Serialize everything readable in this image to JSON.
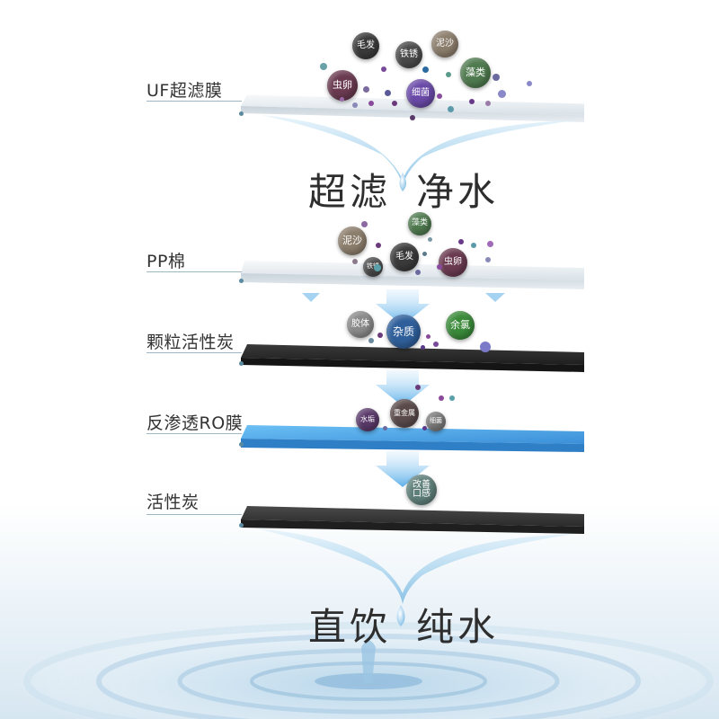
{
  "layers": [
    {
      "label": "UF超滤膜",
      "type": "white-membrane"
    },
    {
      "label": "PP棉",
      "type": "white-membrane"
    },
    {
      "label": "颗粒活性炭",
      "type": "carbon"
    },
    {
      "label": "反渗透RO膜",
      "type": "blue-membrane"
    },
    {
      "label": "活性炭",
      "type": "carbon"
    }
  ],
  "slogans": {
    "top_left": "超滤",
    "top_right": "净水",
    "bottom_left": "直饮",
    "bottom_right": "纯水"
  },
  "particles": {
    "uf": [
      {
        "label": "毛发",
        "color": "#3a3a3a"
      },
      {
        "label": "铁锈",
        "color": "#4a4a4a"
      },
      {
        "label": "泥沙",
        "color": "#8c7e6c"
      },
      {
        "label": "藻类",
        "color": "#4f7a4f"
      },
      {
        "label": "虫卵",
        "color": "#6a3a50"
      },
      {
        "label": "细菌",
        "color": "#6a4aa8"
      }
    ],
    "pp": [
      {
        "label": "藻类",
        "color": "#4f7a4f"
      },
      {
        "label": "泥沙",
        "color": "#8c7e6c"
      },
      {
        "label": "毛发",
        "color": "#3a3a3a"
      },
      {
        "label": "铁锈",
        "color": "#4a4a4a"
      },
      {
        "label": "虫卵",
        "color": "#6a3a50"
      }
    ],
    "carbon": [
      {
        "label": "胶体",
        "color": "#8a8a8a"
      },
      {
        "label": "杂质",
        "color": "#2f5f9a"
      },
      {
        "label": "余氯",
        "color": "#3a8a3a"
      }
    ],
    "ro": [
      {
        "label": "水垢",
        "color": "#5a3a6a"
      },
      {
        "label": "重金属",
        "color": "#5a4a4a"
      },
      {
        "label": "细菌",
        "color": "#7a7a7a"
      }
    ],
    "final": [
      {
        "label": "改善口感",
        "line1": "改善",
        "line2": "口感",
        "color": "#5f7f7a"
      }
    ]
  },
  "colors": {
    "membrane_white": "#eef2f5",
    "carbon": "#2a2a2a",
    "ro_blue": "#4aa3e6",
    "arrow": "#8cc6ee",
    "water": "#bfe0f2"
  }
}
